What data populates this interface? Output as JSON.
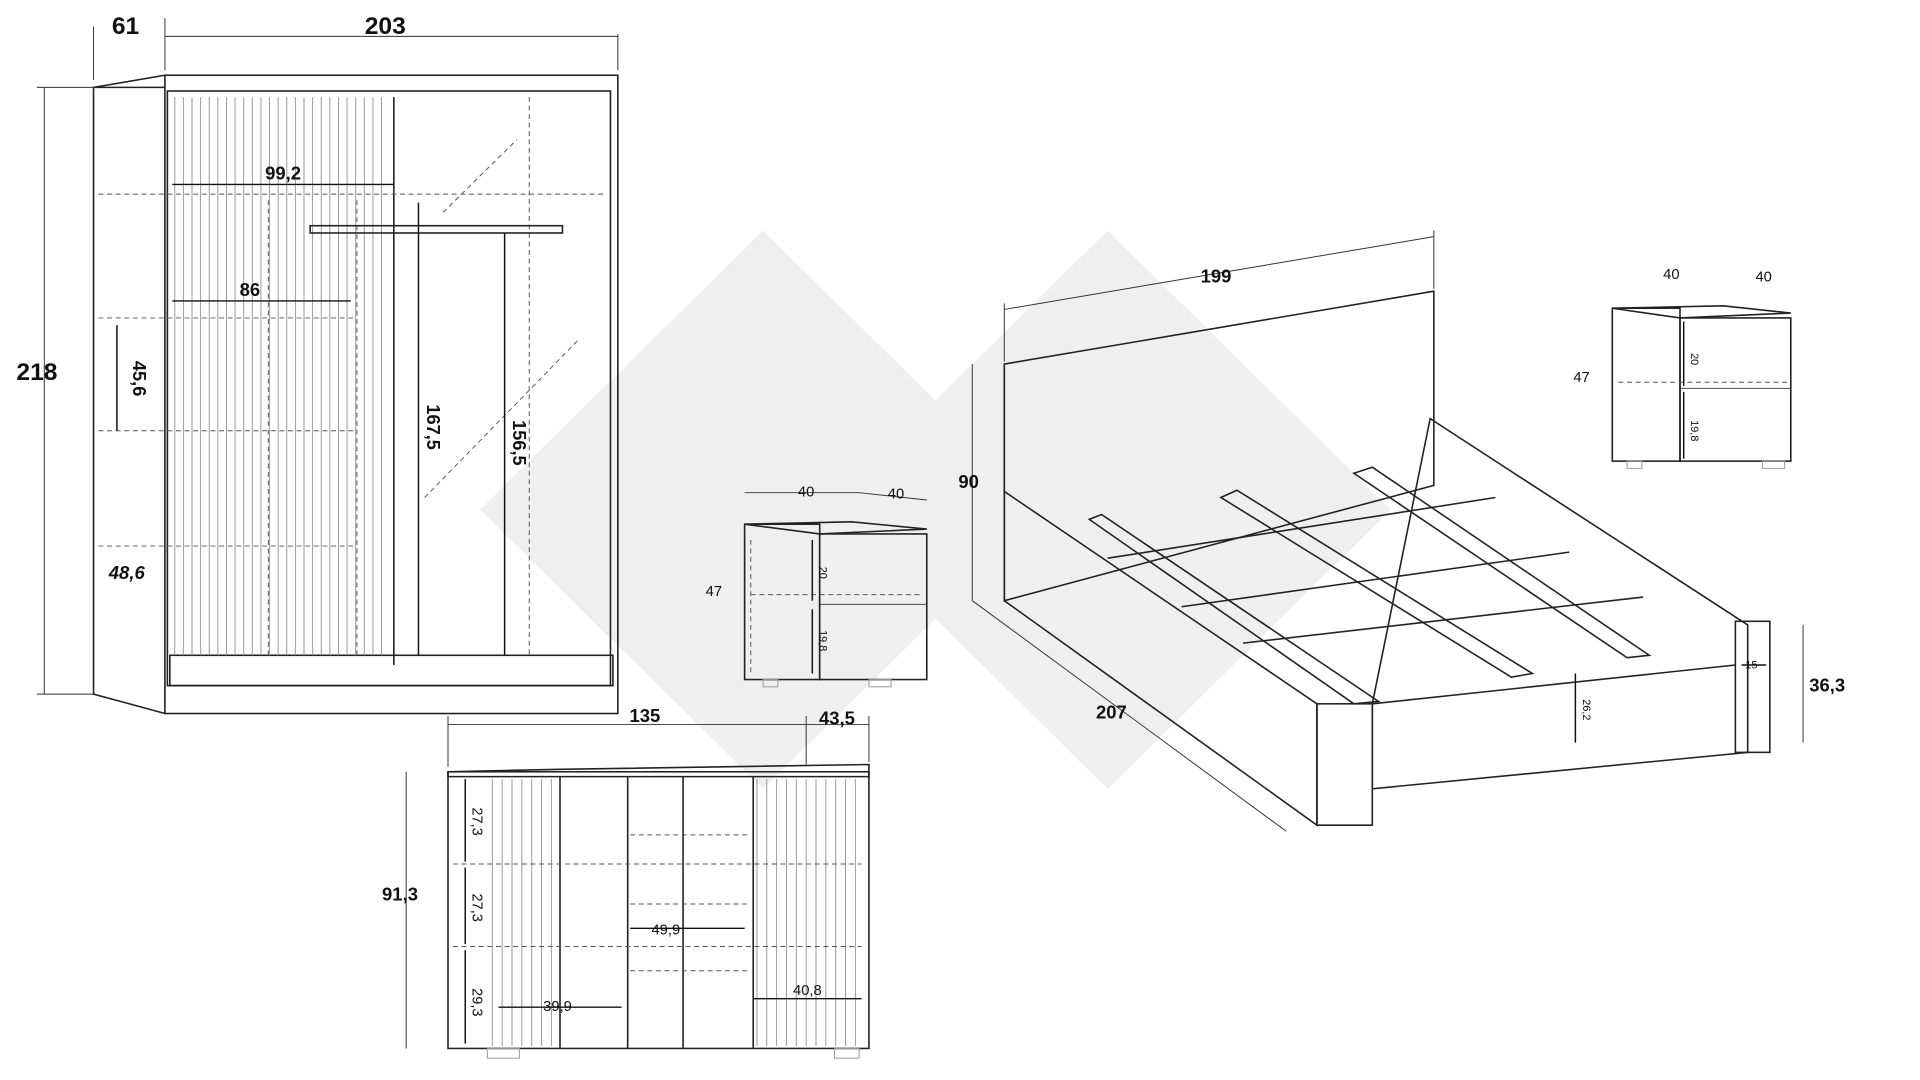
{
  "wardrobe": {
    "depth": "61",
    "width": "203",
    "height": "218",
    "inner_width": "99,2",
    "shelf_width": "86",
    "shelf_gap": "45,6",
    "shelf_depth": "48,6",
    "hanging_height": "167,5",
    "rail_height": "156,5"
  },
  "nightstand_left": {
    "width": "40",
    "depth": "40",
    "height": "47",
    "upper": "20",
    "lower": "19,8"
  },
  "nightstand_right": {
    "width": "40",
    "depth": "40",
    "height": "47",
    "upper": "20",
    "lower": "19,8"
  },
  "bed": {
    "width": "199",
    "headboard_height": "90",
    "length": "207",
    "foot_height": "36,3",
    "leg_width": "15",
    "rail_height": "26,2"
  },
  "dresser": {
    "width": "135",
    "depth": "43,5",
    "height": "91,3",
    "shelf_1": "27,3",
    "shelf_2": "27,3",
    "shelf_3": "29,3",
    "middle_width": "49,9",
    "left_width": "39,9",
    "right_width": "40,8"
  },
  "colors": {
    "line": "#222222",
    "watermark": "#eeeeee"
  }
}
